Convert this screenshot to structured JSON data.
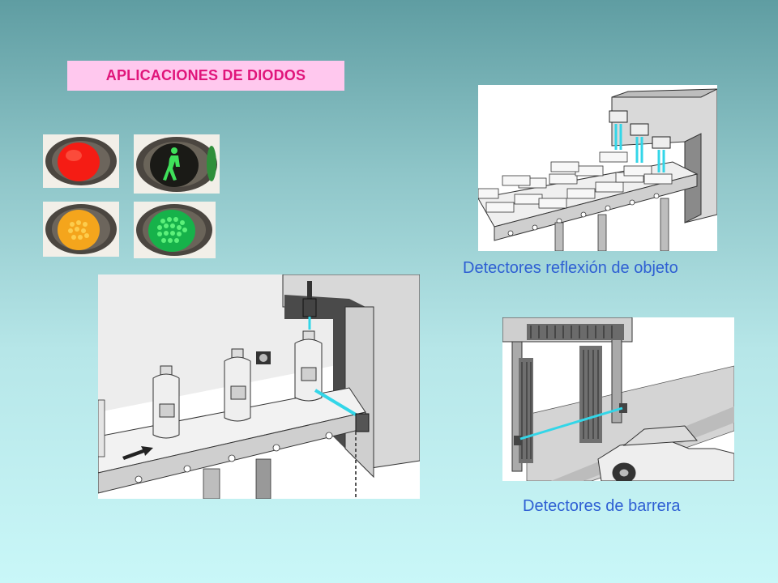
{
  "slide": {
    "title": "APLICACIONES DE DIODOS",
    "caption_reflection": "Detectores reflexión de objeto",
    "caption_barrier": "Detectores de barrera"
  },
  "colors": {
    "title_text": "#e0157a",
    "title_bg": "#ffc8ee",
    "caption_text": "#2e5fd3",
    "beam": "#33d6e8"
  },
  "images": [
    {
      "name": "traffic-light-red",
      "icon": "red-led-lamp-icon"
    },
    {
      "name": "traffic-light-pedestrian",
      "icon": "green-pedestrian-led-icon"
    },
    {
      "name": "traffic-light-amber",
      "icon": "amber-led-lamp-icon"
    },
    {
      "name": "traffic-light-green",
      "icon": "green-led-lamp-icon"
    },
    {
      "name": "conveyor-reflection-detectors",
      "icon": "conveyor-boxes-illustration"
    },
    {
      "name": "bottle-conveyor-detector",
      "icon": "conveyor-bottles-illustration"
    },
    {
      "name": "car-wash-barrier-detector",
      "icon": "car-wash-illustration"
    }
  ]
}
